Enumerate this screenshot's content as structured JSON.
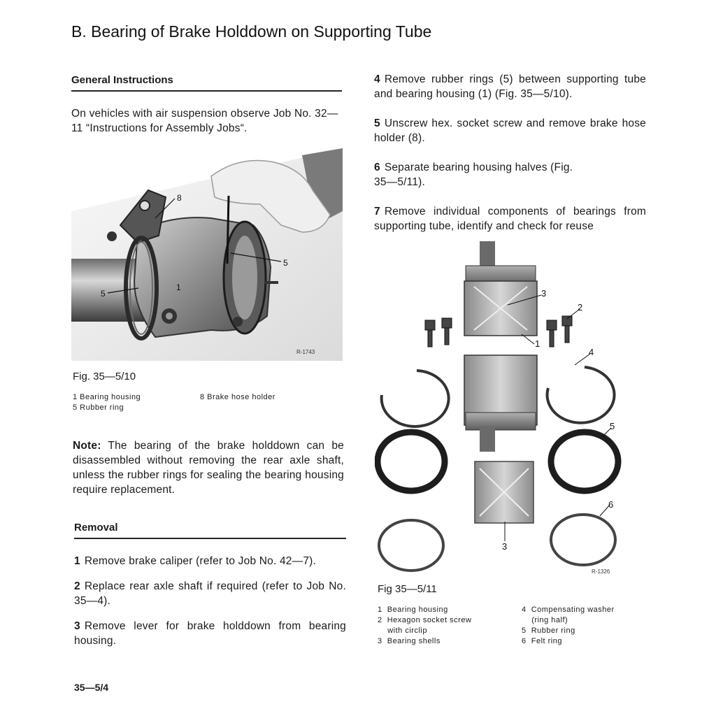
{
  "title": "B. Bearing of Brake Holddown on Supporting Tube",
  "general": {
    "heading": "General Instructions",
    "text": "On vehicles with air suspension observe Job No. 32—11 “Instructions for Assembly Jobs“."
  },
  "fig10": {
    "callouts": [
      "8",
      "5",
      "5",
      "1"
    ],
    "ref": "R-1743",
    "caption": "Fig. 35—5/10",
    "legend_left": [
      "1  Bearing housing",
      "5  Rubber ring"
    ],
    "legend_right": [
      "8  Brake hose holder"
    ]
  },
  "note": {
    "label": "Note:",
    "text": " The bearing of the brake holddown can be disassembled without removing the rear axle shaft, unless the rubber rings for sealing the bearing housing require replacement."
  },
  "removal": {
    "heading": "Removal",
    "steps_left": [
      {
        "n": "1",
        "text": "Remove brake caliper (refer to Job No. 42—7)."
      },
      {
        "n": "2",
        "text": "Replace rear axle shaft if required (refer to Job No. 35—4)."
      },
      {
        "n": "3",
        "text": "Remove lever for brake holddown from bearing housing."
      }
    ],
    "steps_right": [
      {
        "n": "4",
        "text": "Remove rubber rings (5) between supporting tube and bearing housing (1) (Fig. 35—5/10)."
      },
      {
        "n": "5",
        "text": "Unscrew hex. socket screw and remove brake hose holder (8)."
      },
      {
        "n": "6",
        "text": "Separate bearing housing halves (Fig. 35—5/11)."
      },
      {
        "n": "7",
        "text": "Remove individual components of bearings from supporting tube, identify and check for reuse"
      }
    ]
  },
  "fig11": {
    "callouts": [
      "3",
      "2",
      "1",
      "4",
      "5",
      "6",
      "3"
    ],
    "ref": "R-1326",
    "caption": "Fig 35—5/11",
    "legend_left": [
      "1  Bearing housing",
      "2  Hexagon socket screw",
      "    with circlip",
      "3  Bearing shells"
    ],
    "legend_right": [
      "4  Compensating washer",
      "    (ring half)",
      "5  Rubber ring",
      "6  Felt ring"
    ]
  },
  "page_number": "35—5/4"
}
